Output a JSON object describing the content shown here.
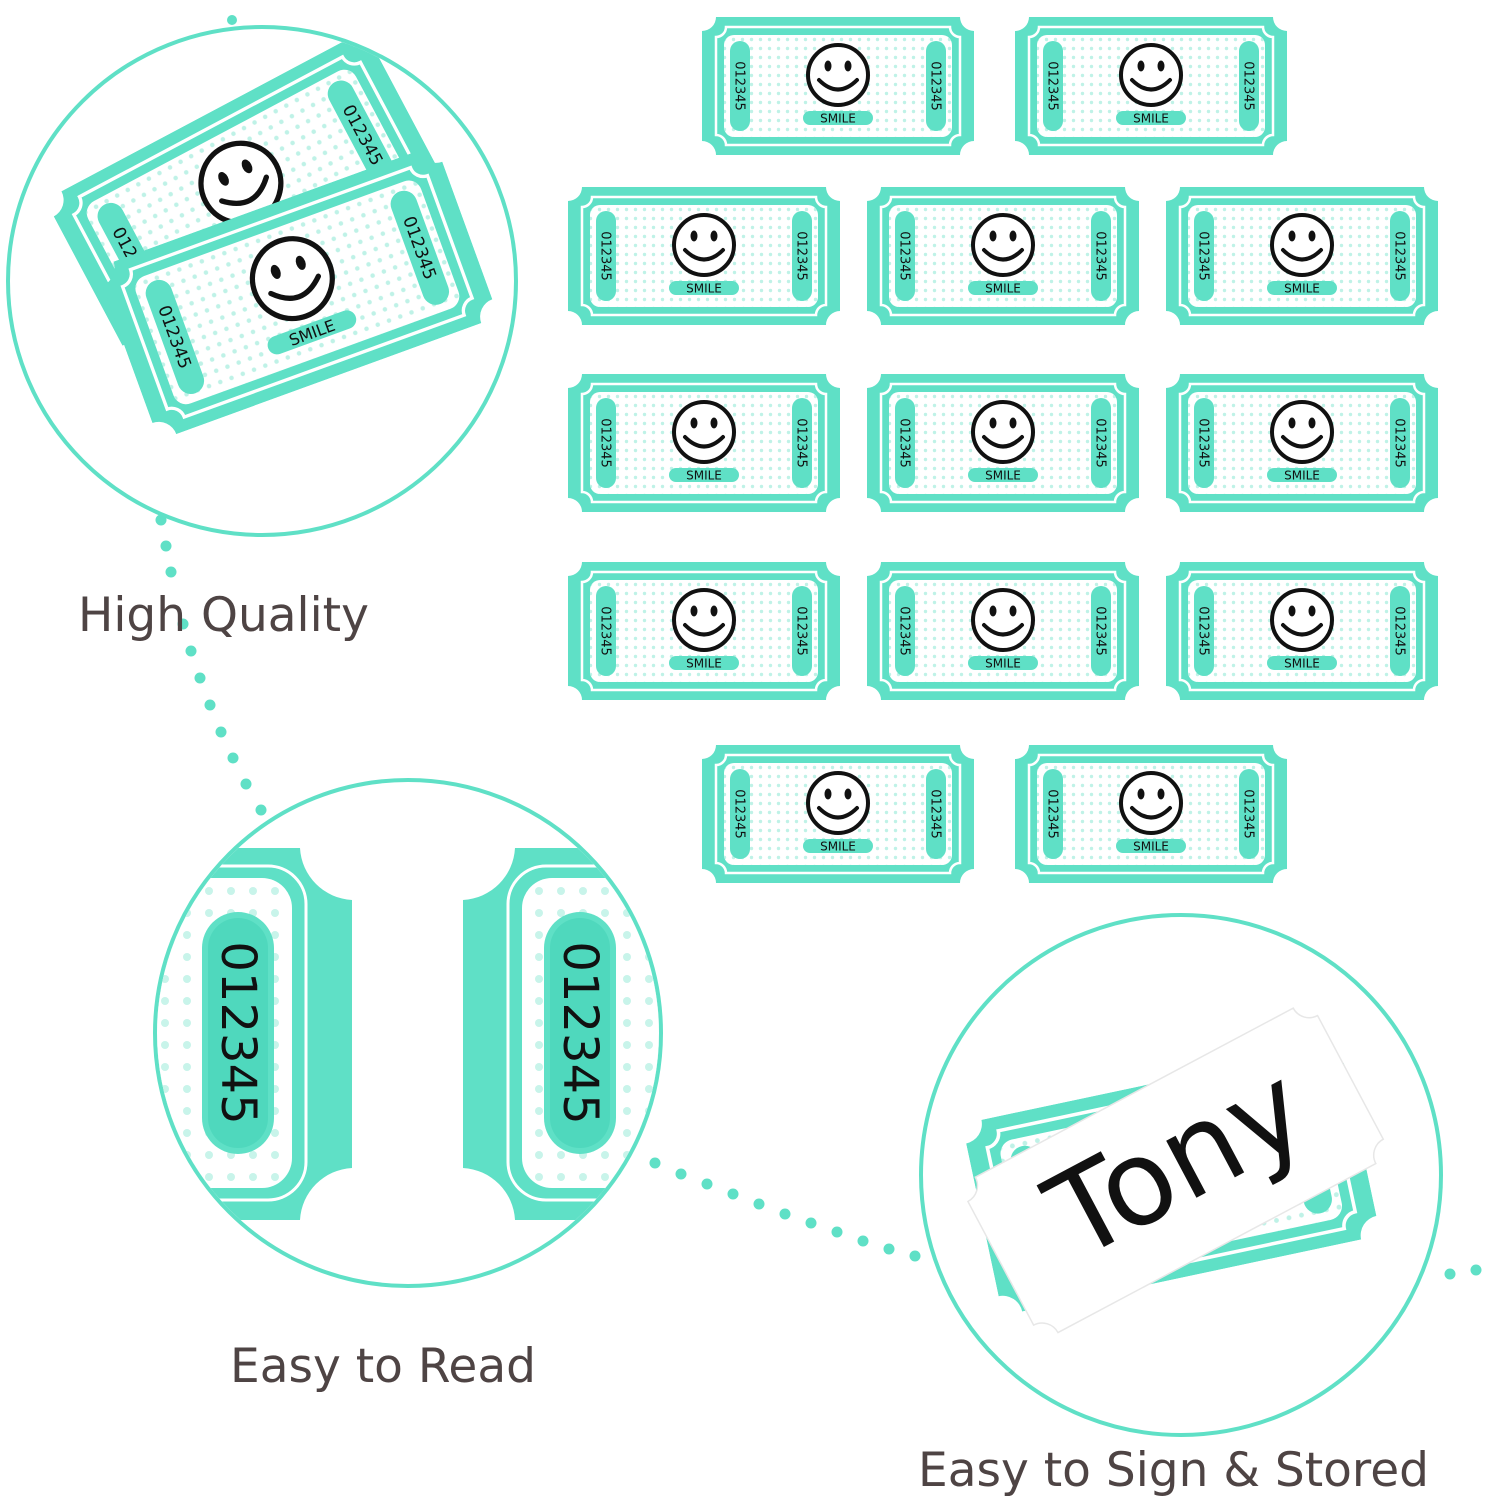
{
  "colors": {
    "accent": "#5fe0c6",
    "accent_dark": "#33c9ac",
    "accent_light": "#a9efe2",
    "dot": "#bff2e7",
    "text_dark": "#4e4444",
    "ink": "#111111"
  },
  "ticket": {
    "serial": "012345",
    "label": "SMILE",
    "icon": "smiley-face-icon"
  },
  "features": {
    "quality": "High Quality",
    "read": "Easy to Read",
    "sign": "Easy to Sign & Stored"
  },
  "sample_name": "Tony"
}
